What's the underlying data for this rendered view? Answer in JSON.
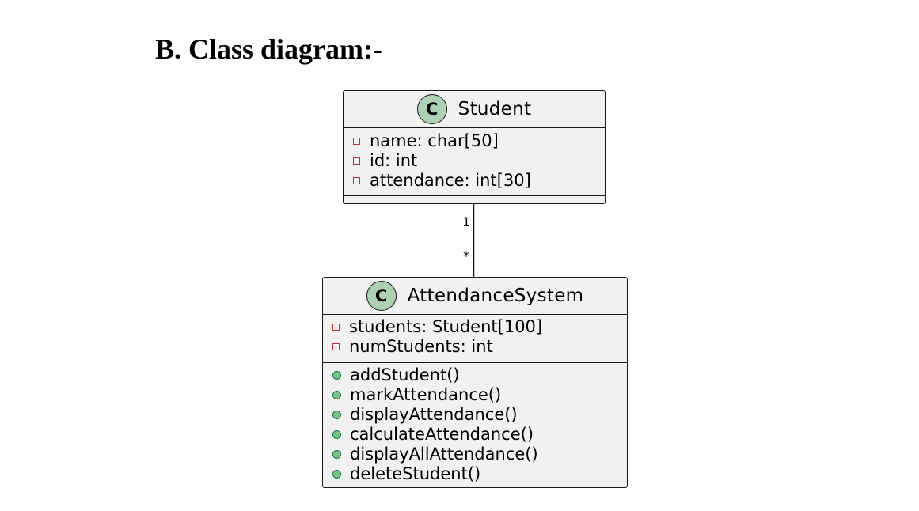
{
  "heading": "B. Class diagram:-",
  "classes": {
    "student": {
      "stereotype": "C",
      "name": "Student",
      "attributes": [
        "name: char[50]",
        "id: int",
        "attendance: int[30]"
      ],
      "methods": []
    },
    "attendance_system": {
      "stereotype": "C",
      "name": "AttendanceSystem",
      "attributes": [
        "students: Student[100]",
        "numStudents: int"
      ],
      "methods": [
        "addStudent()",
        "markAttendance()",
        "displayAttendance()",
        "calculateAttendance()",
        "displayAllAttendance()",
        "deleteStudent()"
      ]
    }
  },
  "association": {
    "source_multiplicity": "1",
    "target_multiplicity": "*"
  },
  "colors": {
    "class_fill": "#f1f1f1",
    "border": "#181818",
    "stereotype_circle": "#add1b2",
    "private_marker": "#c82930",
    "public_marker_fill": "#84be84",
    "public_marker_border": "#038048"
  }
}
